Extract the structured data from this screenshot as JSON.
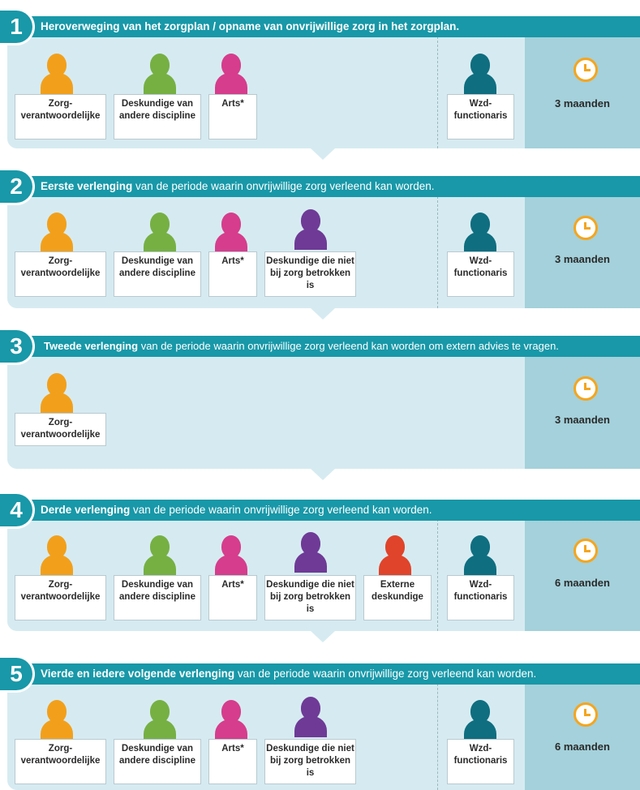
{
  "colors": {
    "band": "#1898a8",
    "panel": "#d6ebf1",
    "timebox": "#a4d1db",
    "clock": "#f5a51d",
    "zorg": "#f2a01b",
    "deskundige": "#76b043",
    "arts": "#d63d8c",
    "niet_betrokken": "#6e3a96",
    "extern": "#e0442a",
    "wzd": "#0f6e80"
  },
  "steps": [
    {
      "number": "1",
      "title_bold": "Heroverweging van het zorgplan / opname van onvrijwillige zorg in het zorgplan.",
      "title_rest": "",
      "duration": "3 maanden",
      "roles": [
        "Zorg-verantwoordelijke",
        "Deskundige van andere discipline",
        "Arts*"
      ],
      "wzd": "Wzd-functionaris"
    },
    {
      "number": "2",
      "title_bold": "Eerste verlenging",
      "title_rest": " van de periode waarin onvrijwillige zorg verleend kan worden.",
      "duration": "3 maanden",
      "roles": [
        "Zorg-verantwoordelijke",
        "Deskundige van andere discipline",
        "Arts*",
        "Deskundige die niet bij zorg betrokken is"
      ],
      "wzd": "Wzd-functionaris"
    },
    {
      "number": "3",
      "title_bold": "Tweede verlenging",
      "title_rest": " van de periode waarin onvrijwillige zorg verleend kan worden om extern advies te vragen.",
      "duration": "3 maanden",
      "roles": [
        "Zorg-verantwoordelijke"
      ],
      "wzd": ""
    },
    {
      "number": "4",
      "title_bold": "Derde verlenging",
      "title_rest": " van de periode waarin onvrijwillige zorg verleend kan worden.",
      "duration": "6 maanden",
      "roles": [
        "Zorg-verantwoordelijke",
        "Deskundige van andere discipline",
        "Arts*",
        "Deskundige die niet bij zorg betrokken is",
        "Externe deskundige"
      ],
      "wzd": "Wzd-functionaris"
    },
    {
      "number": "5",
      "title_bold": "Vierde en iedere volgende verlenging",
      "title_rest": " van de periode waarin onvrijwillige zorg verleend kan worden.",
      "duration": "6 maanden",
      "roles": [
        "Zorg-verantwoordelijke",
        "Deskundige van andere discipline",
        "Arts*",
        "Deskundige die niet bij zorg betrokken is"
      ],
      "wzd": "Wzd-functionaris"
    }
  ]
}
